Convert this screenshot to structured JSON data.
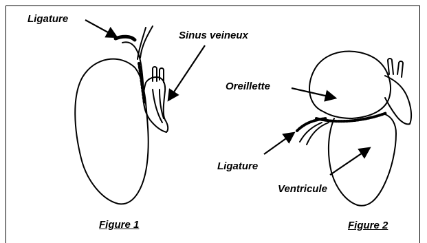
{
  "figure1": {
    "caption": "Figure 1",
    "labels": {
      "ligature": "Ligature",
      "sinus": "Sinus veineux"
    }
  },
  "figure2": {
    "caption": "Figure 2",
    "labels": {
      "oreillette": "Oreillette",
      "ligature": "Ligature",
      "ventricule": "Ventricule"
    }
  }
}
